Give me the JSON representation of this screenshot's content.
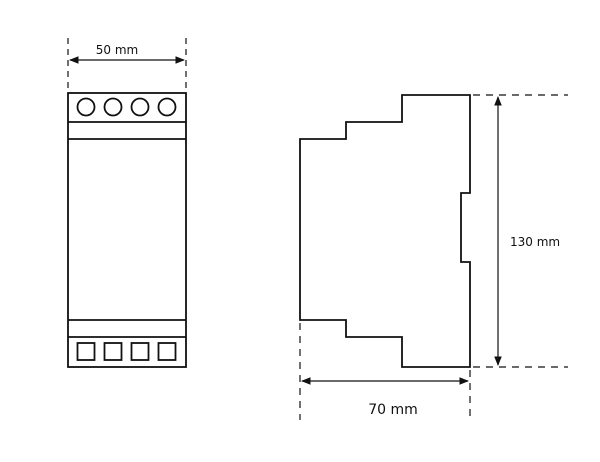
{
  "dimensions": {
    "front_width": "50 mm",
    "side_height": "130 mm",
    "side_depth": "70 mm"
  },
  "front_view": {
    "top_terminal_count": 4,
    "bottom_terminal_count": 4
  },
  "colors": {
    "line": "#111111",
    "background": "#ffffff"
  }
}
